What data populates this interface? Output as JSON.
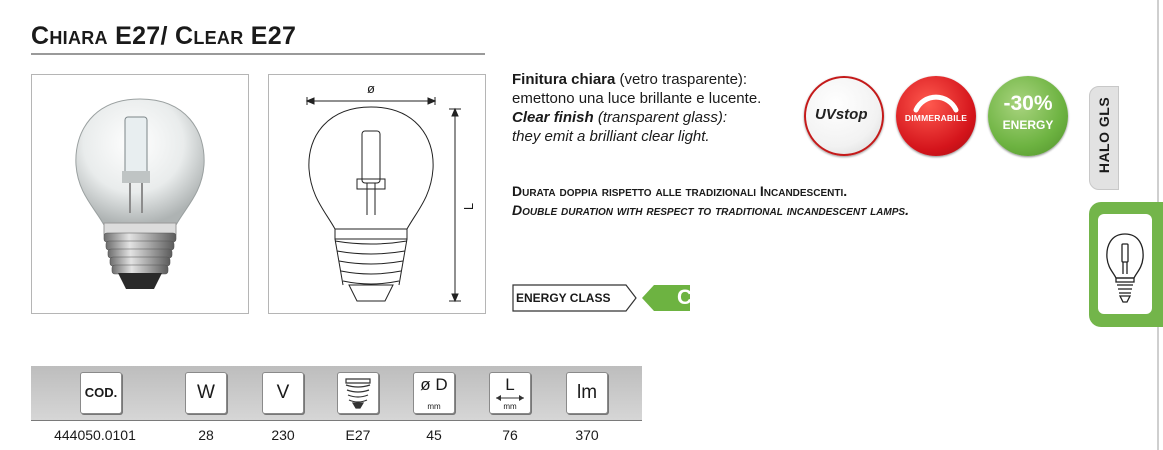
{
  "header": {
    "title": "Chiara E27/ Clear E27"
  },
  "drawing": {
    "diameter_symbol": "ø",
    "length_symbol": "L"
  },
  "description": {
    "it_bold": "Finitura chiara",
    "it_rest": " (vetro trasparente):",
    "it_line2": "emettono una luce brillante e lucente.",
    "en_bold": "Clear finish",
    "en_rest": " (transparent glass):",
    "en_line2": "they emit a brilliant clear light."
  },
  "durata": {
    "it": "Durata doppia rispetto alle tradizionali Incandescenti.",
    "en": "Double duration with respect to traditional incandescent lamps."
  },
  "badges": {
    "uvstop": "UVstop",
    "dimmable": "DIMMERABILE",
    "energy_percent": "-30%",
    "energy_label": "ENERGY"
  },
  "energy_class": {
    "label": "ENERGY CLASS",
    "letter": "C",
    "color": "#6db341"
  },
  "side_tabs": {
    "category": "HALO GLS",
    "accent": "#73b54a"
  },
  "table": {
    "headers": {
      "cod": "COD.",
      "w": "W",
      "v": "V",
      "d": "ø D",
      "d_unit": "mm",
      "l": "L",
      "l_unit": "mm",
      "lm": "lm"
    },
    "row": {
      "cod": "444050.0101",
      "w": "28",
      "v": "230",
      "socket": "E27",
      "d": "45",
      "l": "76",
      "lm": "370"
    }
  }
}
